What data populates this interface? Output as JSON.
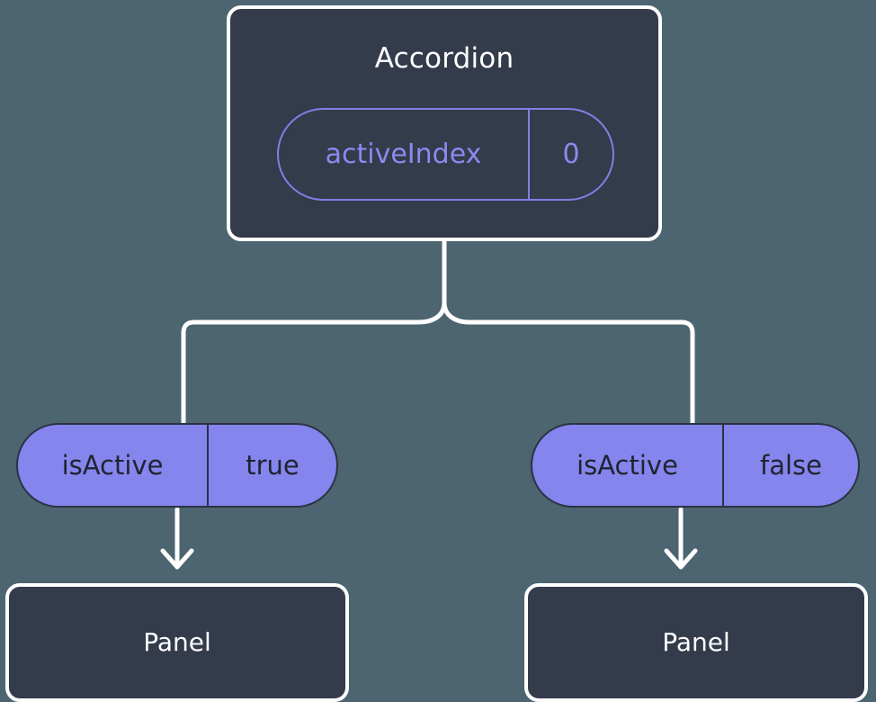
{
  "diagram": {
    "type": "component-state-tree",
    "background_color": "#4c6570",
    "node_fill_color": "#343b4a",
    "node_border_color": "#ffffff",
    "accent_color": "#8585ee",
    "state_pill_border_color": "#7f7fe8",
    "state_pill_text_color": "#8a8af0",
    "prop_pill_text_color": "#20242f",
    "connector_color": "#ffffff"
  },
  "root": {
    "title": "Accordion",
    "state": {
      "key": "activeIndex",
      "value": "0"
    }
  },
  "branches": [
    {
      "prop": {
        "key": "isActive",
        "value": "true"
      },
      "child": {
        "title": "Panel"
      }
    },
    {
      "prop": {
        "key": "isActive",
        "value": "false"
      },
      "child": {
        "title": "Panel"
      }
    }
  ]
}
